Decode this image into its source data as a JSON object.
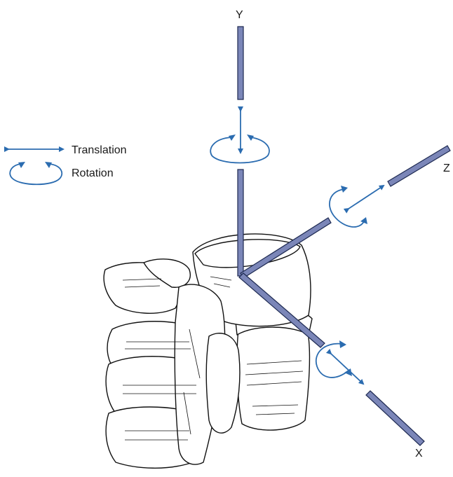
{
  "axes": {
    "y_label": "Y",
    "z_label": "Z",
    "x_label": "X"
  },
  "legend": {
    "translation_label": "Translation",
    "rotation_label": "Rotation"
  },
  "colors": {
    "axis_fill": "#7b86b8",
    "axis_stroke": "#1e2a52",
    "arrow": "#2b6cb0"
  }
}
